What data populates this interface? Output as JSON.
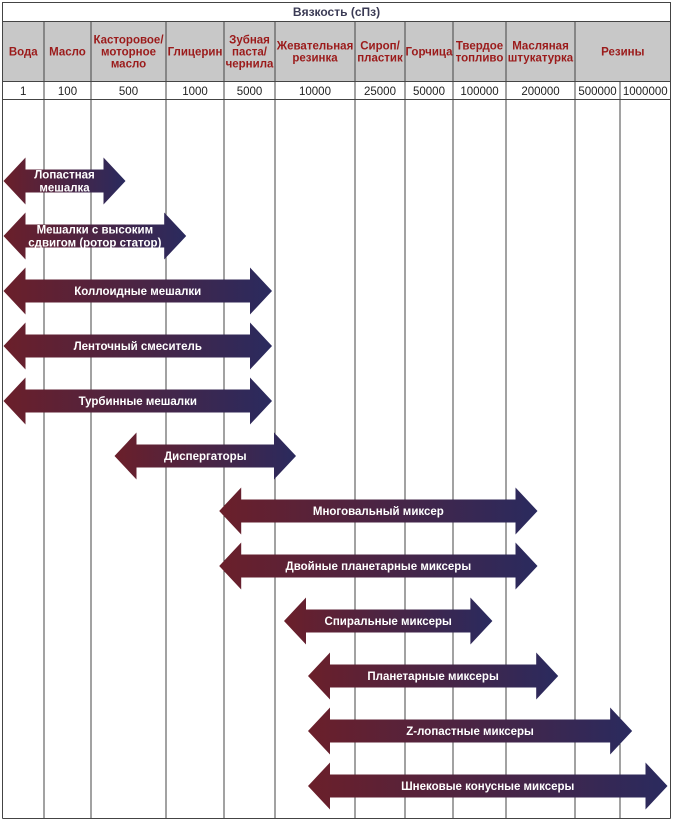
{
  "title": "Вязкость (сПз)",
  "colors": {
    "header_bg": "#c8c8c8",
    "header_text": "#9b1b1b",
    "grid": "#444444",
    "arrow_left": "#6b1f2a",
    "arrow_right": "#2a2a5e"
  },
  "columns": [
    {
      "label": [
        "Вода"
      ],
      "value": "1"
    },
    {
      "label": [
        "Масло"
      ],
      "value": "100"
    },
    {
      "label": [
        "Касторовое/",
        "моторное",
        "масло"
      ],
      "value": "500"
    },
    {
      "label": [
        "Глицерин"
      ],
      "value": "1000"
    },
    {
      "label": [
        "Зубная",
        "паста/",
        "чернила"
      ],
      "value": "5000"
    },
    {
      "label": [
        "Жевательная",
        "резинка"
      ],
      "value": "10000"
    },
    {
      "label": [
        "Сироп/",
        "пластик"
      ],
      "value": "25000"
    },
    {
      "label": [
        "Горчица"
      ],
      "value": "50000"
    },
    {
      "label": [
        "Твердое",
        "топливо"
      ],
      "value": "100000"
    },
    {
      "label": [
        "Масляная",
        "штукатурка"
      ],
      "value": "200000"
    },
    {
      "label": [
        "Резины"
      ],
      "value": "500000"
    },
    {
      "label": [],
      "value": "1000000"
    }
  ],
  "mixers": [
    {
      "label": [
        "Лопастная",
        "мешалка"
      ],
      "from": 0,
      "to": 2.5
    },
    {
      "label": [
        "Мешалки с высоким",
        "сдвигом (ротор статор)"
      ],
      "from": 0,
      "to": 3.4
    },
    {
      "label": [
        "Коллоидные мешалки"
      ],
      "from": 0,
      "to": 5
    },
    {
      "label": [
        "Ленточный смеситель"
      ],
      "from": 0,
      "to": 5
    },
    {
      "label": [
        "Турбинные мешалки"
      ],
      "from": 0,
      "to": 5
    },
    {
      "label": [
        "Диспергаторы"
      ],
      "from": 2.3,
      "to": 5.3
    },
    {
      "label": [
        "Многовальный миксер"
      ],
      "from": 3.9,
      "to": 9.5
    },
    {
      "label": [
        "Двойные планетарные миксеры"
      ],
      "from": 3.9,
      "to": 9.5
    },
    {
      "label": [
        "Спиральные миксеры"
      ],
      "from": 5.1,
      "to": 8.8
    },
    {
      "label": [
        "Планетарные миксеры"
      ],
      "from": 5.4,
      "to": 9.8
    },
    {
      "label": [
        "Z-лопастные миксеры"
      ],
      "from": 5.4,
      "to": 11.3
    },
    {
      "label": [
        "Шнековые конусные миксеры"
      ],
      "from": 5.4,
      "to": 12
    }
  ]
}
